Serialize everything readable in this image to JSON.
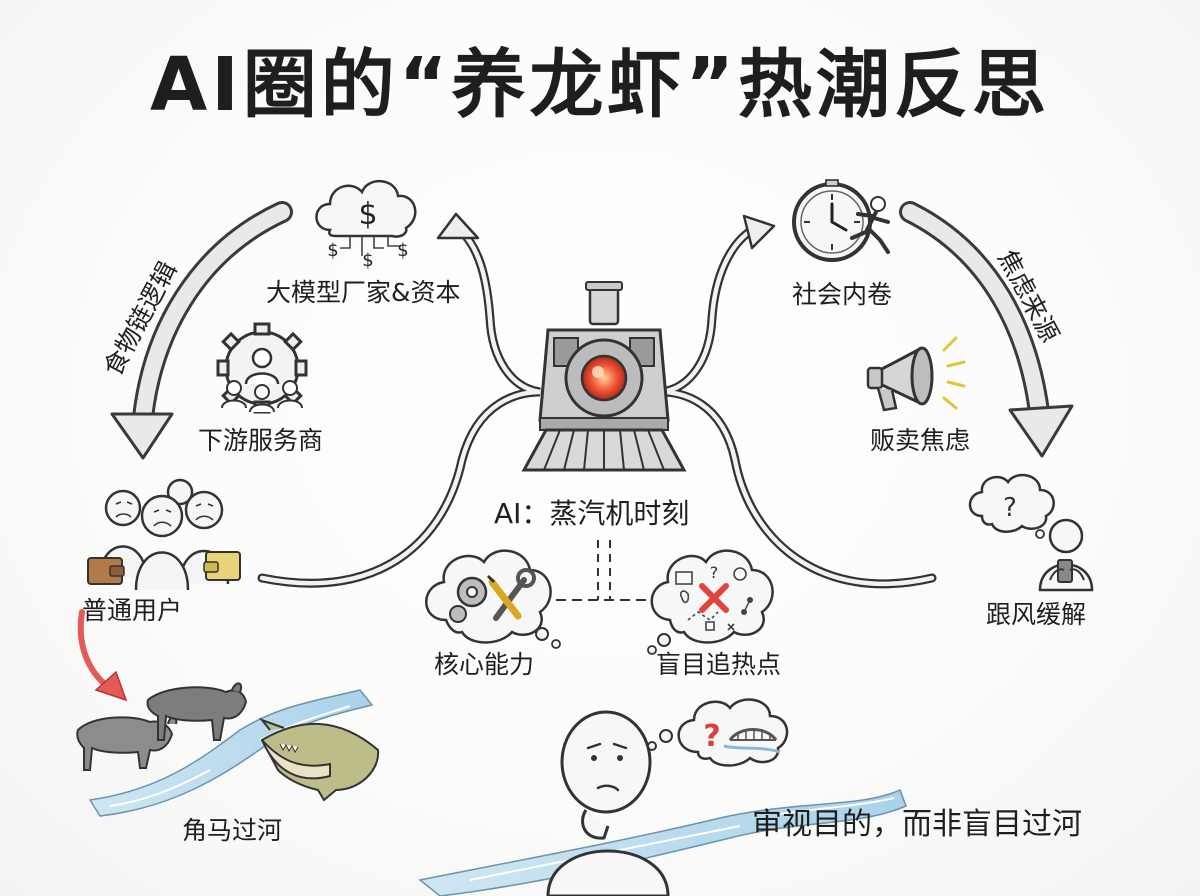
{
  "title": "AI圈的“养龙虾”热潮反思",
  "left_cycle": {
    "arrow_label": "食物链逻辑",
    "nodes": [
      {
        "label": "大模型厂家&资本",
        "icon": "money-cloud-icon"
      },
      {
        "label": "下游服务商",
        "icon": "gear-people-icon"
      },
      {
        "label": "普通用户",
        "icon": "worried-crowd-icon"
      },
      {
        "label": "角马过河",
        "icon": "wildebeest-crocodile-icon"
      }
    ]
  },
  "right_cycle": {
    "arrow_label": "焦虑来源",
    "nodes": [
      {
        "label": "社会内卷",
        "icon": "clock-runner-icon"
      },
      {
        "label": "贩卖焦虑",
        "icon": "megaphone-icon"
      },
      {
        "label": "跟风缓解",
        "icon": "confused-phone-user-icon"
      }
    ]
  },
  "center": {
    "label": "AI：蒸汽机时刻",
    "icon": "steam-train-icon",
    "branches": [
      {
        "label": "核心能力",
        "icon": "gear-wrench-icon"
      },
      {
        "label": "盲目追热点",
        "icon": "scattered-ideas-icon"
      }
    ]
  },
  "conclusion": {
    "label": "审视目的，而非盲目过河",
    "icon": "thinking-person-bridge-icon"
  }
}
